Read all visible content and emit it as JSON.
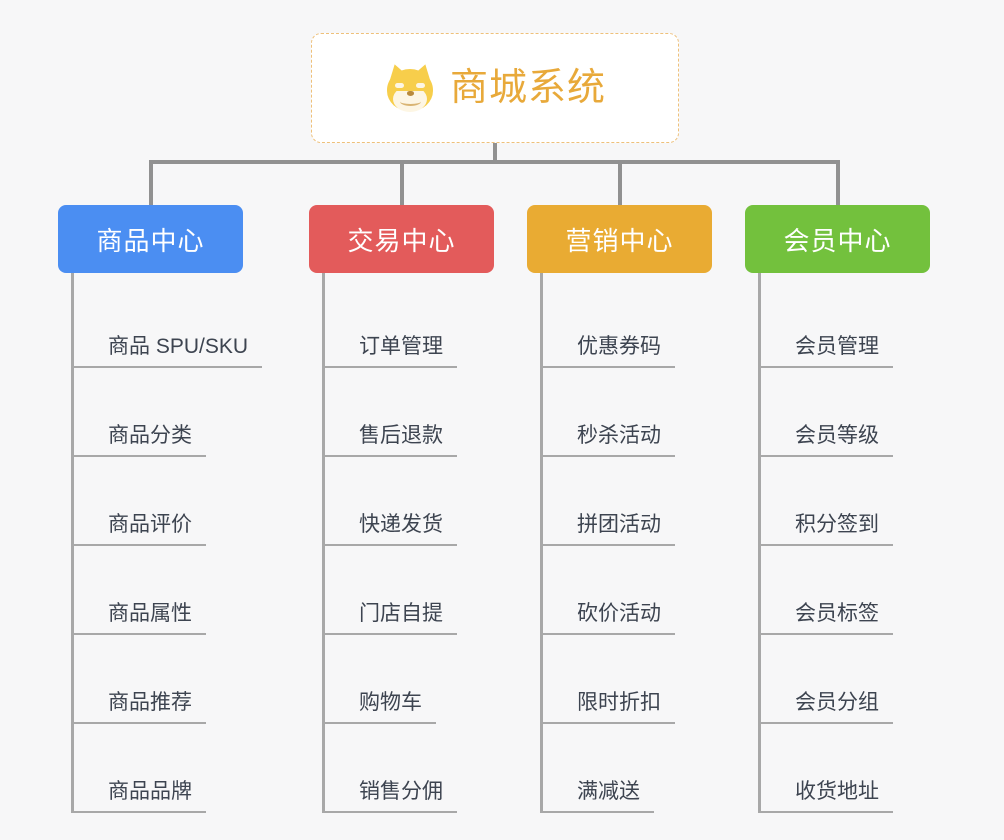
{
  "page": {
    "background_color": "#f7f7f8"
  },
  "root": {
    "title": "商城系统",
    "icon": "shiba-inu-dog-face-icon",
    "text_color": "#e8a93a",
    "border_color": "#eec07a",
    "background_color": "#ffffff"
  },
  "columns": [
    {
      "category": "商品中心",
      "color": "#4b8ef2",
      "items": [
        "商品 SPU/SKU",
        "商品分类",
        "商品评价",
        "商品属性",
        "商品推荐",
        "商品品牌"
      ]
    },
    {
      "category": "交易中心",
      "color": "#e35b5b",
      "items": [
        "订单管理",
        "售后退款",
        "快递发货",
        "门店自提",
        "购物车",
        "销售分佣"
      ]
    },
    {
      "category": "营销中心",
      "color": "#e9ab33",
      "items": [
        "优惠券码",
        "秒杀活动",
        "拼团活动",
        "砍价活动",
        "限时折扣",
        "满减送"
      ]
    },
    {
      "category": "会员中心",
      "color": "#73c13d",
      "items": [
        "会员管理",
        "会员等级",
        "积分签到",
        "会员标签",
        "会员分组",
        "收货地址"
      ]
    }
  ],
  "connector": {
    "color": "#919191"
  }
}
